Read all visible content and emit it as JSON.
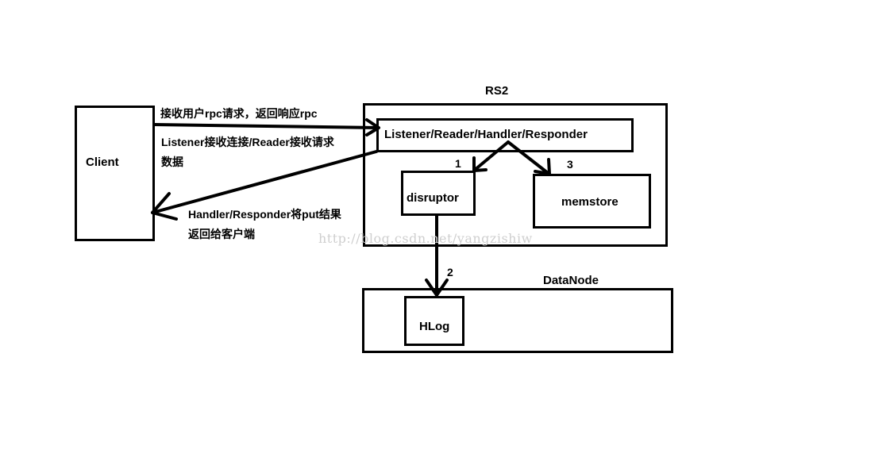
{
  "nodes": {
    "client": "Client",
    "rs2": "RS2",
    "listener": "Listener/Reader/Handler/Responder",
    "disruptor": "disruptor",
    "memstore": "memstore",
    "datanode": "DataNode",
    "hlog": "HLog"
  },
  "edge_labels": {
    "request": "接收用户rpc请求，返回响应rpc",
    "listener_note_1": "Listener接收连接/Reader接收请求",
    "listener_note_2": "数据",
    "response_note_1": "Handler/Responder将put结果",
    "response_note_2": "返回给客户端",
    "step_1": "1",
    "step_2": "2",
    "step_3": "3"
  },
  "watermark": "http://blog.csdn.net/yangzishiw"
}
